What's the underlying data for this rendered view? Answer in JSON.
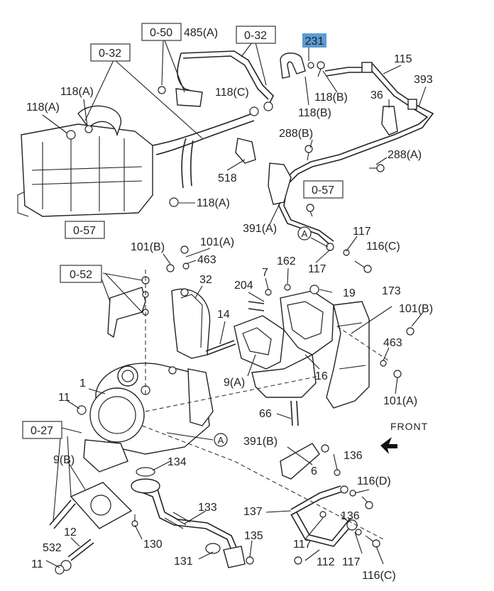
{
  "highlight_color": "#5b9bd5",
  "refs": {
    "r050": "0-50",
    "r032a": "0-32",
    "r032b": "0-32",
    "r057a": "0-57",
    "r057b": "0-57",
    "r052": "0-52",
    "r027": "0-27"
  },
  "labels": {
    "p231": "231",
    "p485a": "485(A)",
    "p115": "115",
    "p393": "393",
    "p118a1": "118(A)",
    "p118a2": "118(A)",
    "p118c": "118(C)",
    "p118b1": "118(B)",
    "p118b2": "118(B)",
    "p36": "36",
    "p288b": "288(B)",
    "p288a": "288(A)",
    "p518": "518",
    "p118a3": "118(A)",
    "p391a": "391(A)",
    "pA1": "A",
    "p117a": "117",
    "p117b": "117",
    "p116c1": "116(C)",
    "p101b1": "101(B)",
    "p101a1": "101(A)",
    "p463a": "463",
    "p162": "162",
    "p7": "7",
    "p204": "204",
    "p19": "19",
    "p173": "173",
    "p32": "32",
    "p14": "14",
    "p101b2": "101(B)",
    "p463b": "463",
    "p9a": "9(A)",
    "p16": "16",
    "p101a2": "101(A)",
    "p1": "1",
    "p11a": "11",
    "p66": "66",
    "pFront": "FRONT",
    "pA2": "A",
    "p391b": "391(B)",
    "p136a": "136",
    "p6": "6",
    "p9b": "9(B)",
    "p134": "134",
    "p116d": "116(D)",
    "p133": "133",
    "p137": "137",
    "p136b": "136",
    "p12": "12",
    "p130": "130",
    "p135": "135",
    "p117c": "117",
    "p532": "532",
    "p131": "131",
    "p112": "112",
    "p117d": "117",
    "p11b": "11",
    "p116c2": "116(C)"
  }
}
